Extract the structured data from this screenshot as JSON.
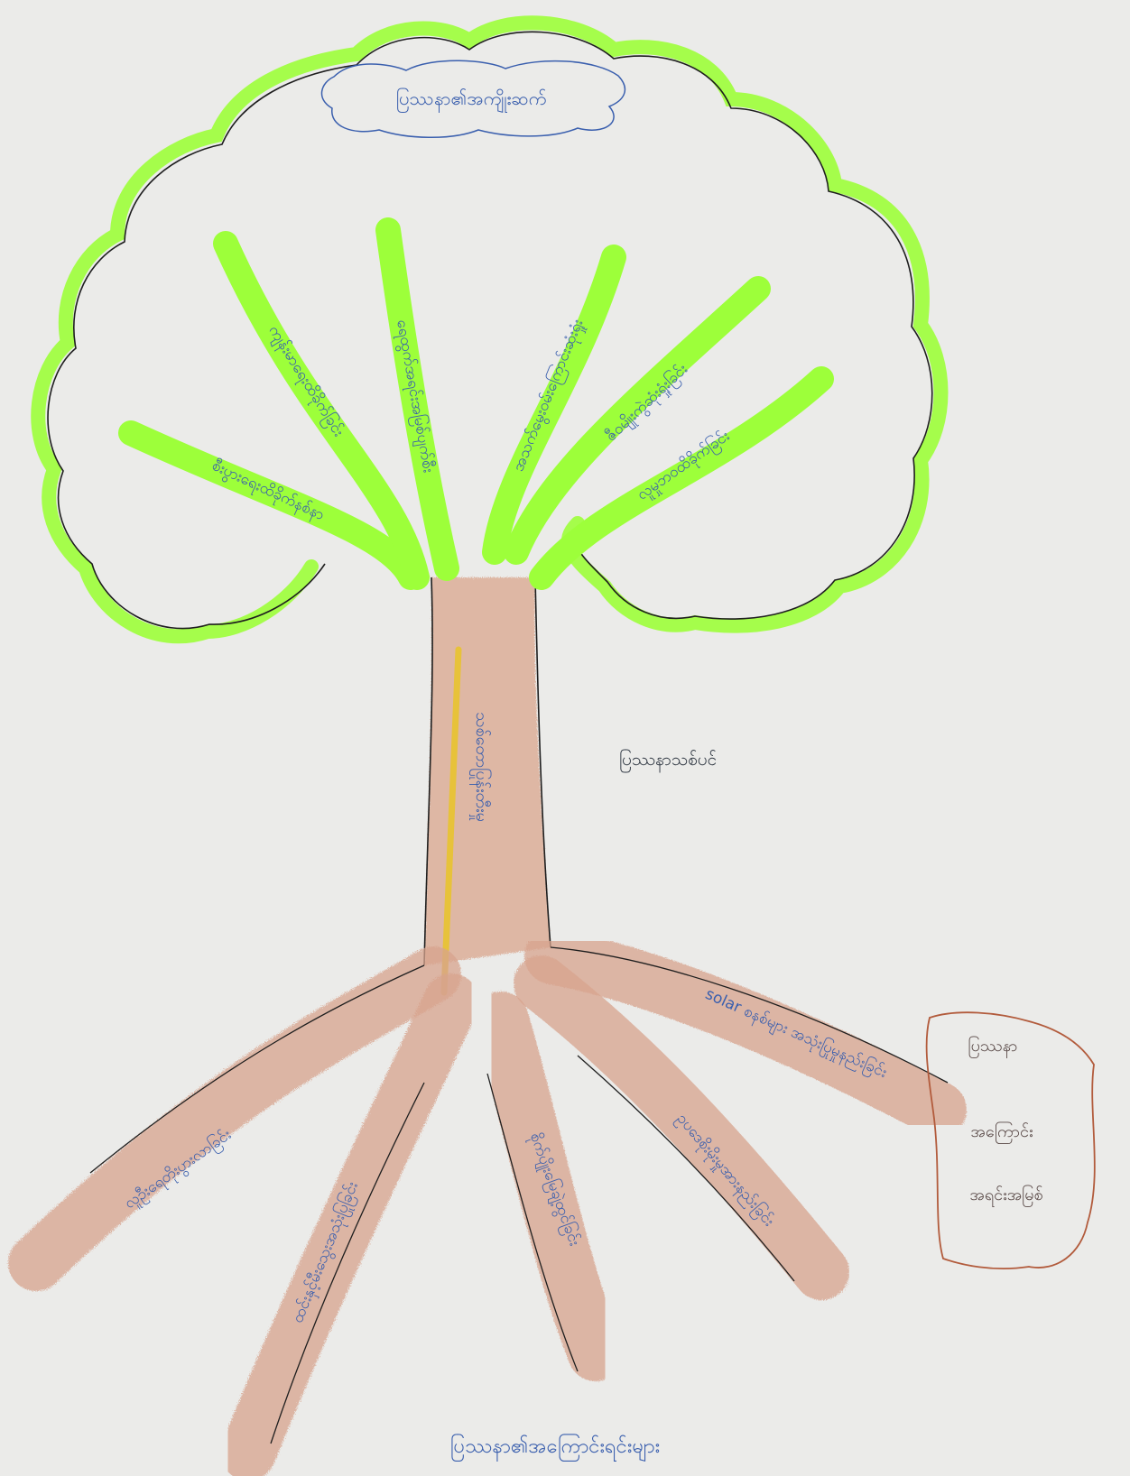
{
  "diagram": {
    "crown_title": "ပြဿနာ၏အကျိုးဆက်",
    "branches": [
      "စီးပွားရေးထိခိုက်နစ်နာ",
      "ကျန်းမာရေးထိခိုက်ခြင်း",
      "ရေထွက်အရင်းအမြစ်ပျက်စီး",
      "အသက်မွေးဝမ်းကြောင်းဆုံးရှုံး",
      "ဇီဝမျိုးကွဲဆုံးရှုံးခြင်း",
      "လူမှုဘဝထိခိုက်ခြင်း"
    ],
    "trunk_text": "သစ်တောပြုန်းတီးမှု",
    "trunk_label": "ပြဿနာသစ်ပင်",
    "roots": [
      "လူဦးရေတိုးပွားလာခြင်း",
      "ထင်းနှင့်မီးသွေးအသုံးပြုခြင်း",
      "စိုက်ပျိုးမြေချဲ့ထွင်ခြင်း",
      "ဥပဒေစိုးမိုးမှုအားနည်းခြင်း",
      "solar စနစ်များ အသုံးပြုမှုနည်းခြင်း"
    ],
    "roots_label": "ပြဿနာ၏အကြောင်းရင်းများ",
    "side_box_lines": [
      "ပြဿနာ",
      "အကြောင်း",
      "အရင်းအမြစ်"
    ]
  },
  "colors": {
    "paper": "#ebebe9",
    "highlight_green": "#9dff3a",
    "ink_blue": "#3a5fae",
    "root_brown": "#d8a48e",
    "trunk_yellow": "#e7c23a",
    "box_border_red": "#b25b3c"
  }
}
